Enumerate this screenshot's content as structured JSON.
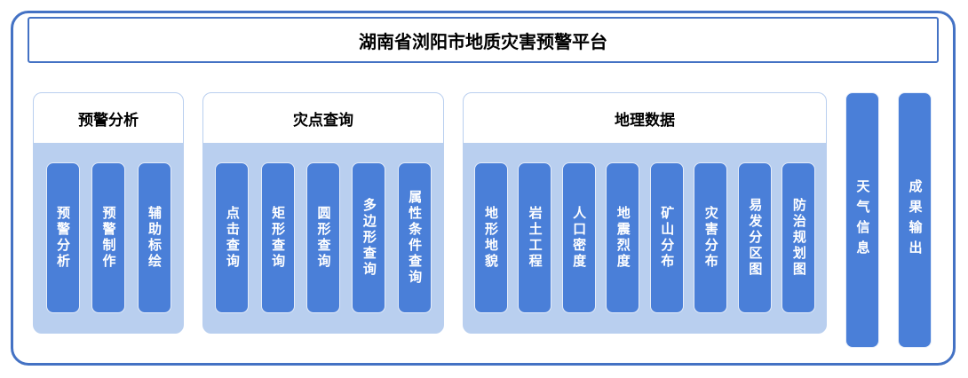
{
  "header": {
    "title": "湖南省浏阳市地质灾害预警平台"
  },
  "panels": [
    {
      "label": "预警分析",
      "items": [
        "预警分析",
        "预警制作",
        "辅助标绘"
      ]
    },
    {
      "label": "灾点查询",
      "items": [
        "点击查询",
        "矩形查询",
        "圆形查询",
        "多边形查询",
        "属性条件查询"
      ]
    },
    {
      "label": "地理数据",
      "items": [
        "地形地貌",
        "岩土工程",
        "人口密度",
        "地震烈度",
        "矿山分布",
        "灾害分布",
        "易发分区图",
        "防治规划图"
      ]
    }
  ],
  "side_items": [
    "天气信息",
    "成果输出"
  ],
  "colors": {
    "frame_border": "#4472C4",
    "panel_fill": "#B9CFEF",
    "bar_fill": "#4A7FD8"
  }
}
